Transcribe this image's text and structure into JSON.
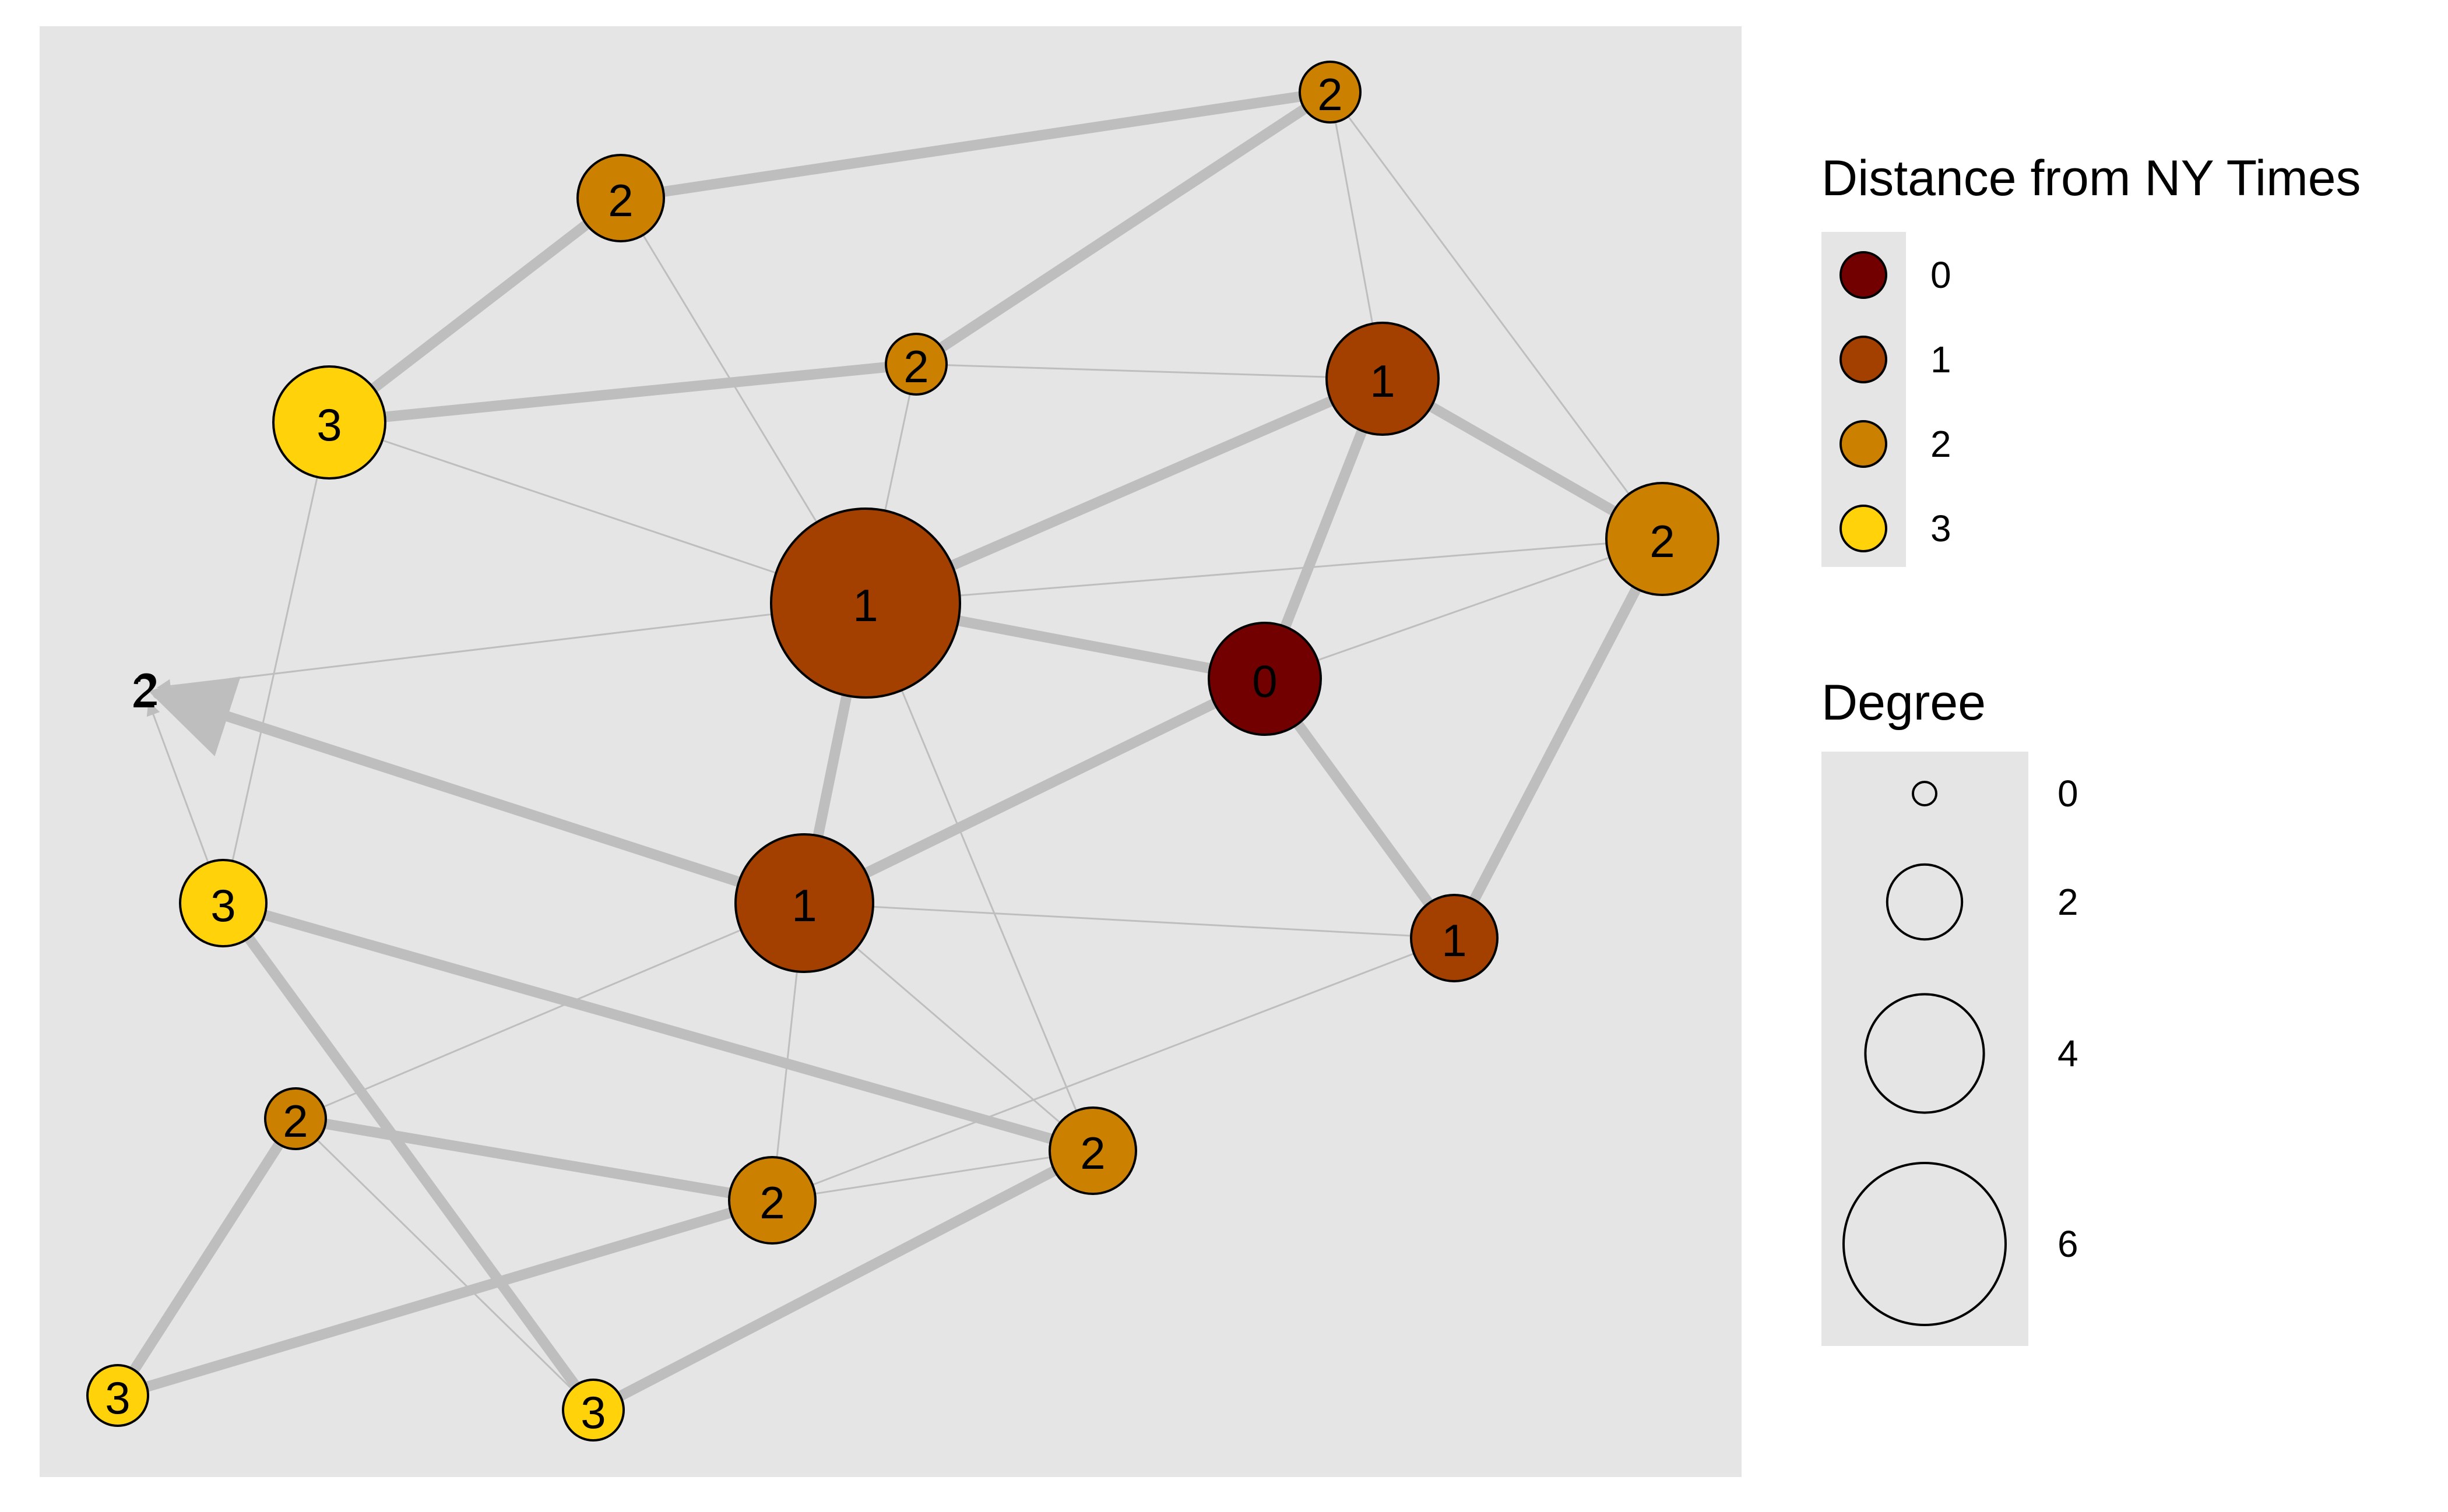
{
  "diagram": {
    "type": "network",
    "colors": {
      "panel_background": "#e5e5e5",
      "edge": "#bebebe",
      "node_stroke": "#000000",
      "legend_key_background": "#e5e5e5"
    },
    "nodes": [
      {
        "id": "n1",
        "label": "2",
        "distance": 2,
        "degree": 2
      },
      {
        "id": "n2",
        "label": "2",
        "distance": 2,
        "degree": 3
      },
      {
        "id": "n3",
        "label": "2",
        "distance": 2,
        "degree": 2
      },
      {
        "id": "n4",
        "label": "3",
        "distance": 3,
        "degree": 4
      },
      {
        "id": "n5",
        "label": "1",
        "distance": 1,
        "degree": 4
      },
      {
        "id": "n6",
        "label": "2",
        "distance": 2,
        "degree": 4
      },
      {
        "id": "n7",
        "label": "1",
        "distance": 1,
        "degree": 7
      },
      {
        "id": "n8",
        "label": "0",
        "distance": 0,
        "degree": 4
      },
      {
        "id": "n9",
        "label": "2",
        "distance": 2,
        "degree": 0
      },
      {
        "id": "n10",
        "label": "3",
        "distance": 3,
        "degree": 3
      },
      {
        "id": "n11",
        "label": "1",
        "distance": 1,
        "degree": 5
      },
      {
        "id": "n12",
        "label": "1",
        "distance": 1,
        "degree": 3
      },
      {
        "id": "n13",
        "label": "2",
        "distance": 2,
        "degree": 2
      },
      {
        "id": "n14",
        "label": "2",
        "distance": 2,
        "degree": 3
      },
      {
        "id": "n15",
        "label": "2",
        "distance": 2,
        "degree": 3
      },
      {
        "id": "n16",
        "label": "3",
        "distance": 3,
        "degree": 2
      },
      {
        "id": "n17",
        "label": "3",
        "distance": 3,
        "degree": 2
      }
    ],
    "edges": [
      {
        "source": "n1",
        "target": "n2",
        "weight": "strong"
      },
      {
        "source": "n1",
        "target": "n3",
        "weight": "strong"
      },
      {
        "source": "n1",
        "target": "n5",
        "weight": "weak"
      },
      {
        "source": "n1",
        "target": "n6",
        "weight": "weak"
      },
      {
        "source": "n2",
        "target": "n4",
        "weight": "strong"
      },
      {
        "source": "n2",
        "target": "n7",
        "weight": "weak"
      },
      {
        "source": "n3",
        "target": "n4",
        "weight": "strong"
      },
      {
        "source": "n3",
        "target": "n5",
        "weight": "weak"
      },
      {
        "source": "n3",
        "target": "n7",
        "weight": "weak"
      },
      {
        "source": "n4",
        "target": "n7",
        "weight": "weak"
      },
      {
        "source": "n4",
        "target": "n10",
        "weight": "weak"
      },
      {
        "source": "n5",
        "target": "n7",
        "weight": "strong"
      },
      {
        "source": "n5",
        "target": "n8",
        "weight": "strong"
      },
      {
        "source": "n5",
        "target": "n6",
        "weight": "strong"
      },
      {
        "source": "n6",
        "target": "n8",
        "weight": "weak"
      },
      {
        "source": "n6",
        "target": "n12",
        "weight": "strong"
      },
      {
        "source": "n7",
        "target": "n6",
        "weight": "weak"
      },
      {
        "source": "n7",
        "target": "n8",
        "weight": "strong"
      },
      {
        "source": "n7",
        "target": "n11",
        "weight": "strong"
      },
      {
        "source": "n7",
        "target": "n14",
        "weight": "weak"
      },
      {
        "source": "n7",
        "target": "n9",
        "weight": "weak",
        "arrow": true
      },
      {
        "source": "n8",
        "target": "n11",
        "weight": "strong"
      },
      {
        "source": "n8",
        "target": "n12",
        "weight": "strong"
      },
      {
        "source": "n11",
        "target": "n9",
        "weight": "strong",
        "arrow": true
      },
      {
        "source": "n11",
        "target": "n12",
        "weight": "weak"
      },
      {
        "source": "n11",
        "target": "n13",
        "weight": "weak"
      },
      {
        "source": "n11",
        "target": "n14",
        "weight": "weak"
      },
      {
        "source": "n11",
        "target": "n15",
        "weight": "weak"
      },
      {
        "source": "n10",
        "target": "n9",
        "weight": "weak",
        "arrow": true
      },
      {
        "source": "n10",
        "target": "n14",
        "weight": "strong"
      },
      {
        "source": "n10",
        "target": "n17",
        "weight": "strong"
      },
      {
        "source": "n12",
        "target": "n15",
        "weight": "weak"
      },
      {
        "source": "n13",
        "target": "n15",
        "weight": "strong"
      },
      {
        "source": "n13",
        "target": "n16",
        "weight": "strong"
      },
      {
        "source": "n13",
        "target": "n17",
        "weight": "weak"
      },
      {
        "source": "n15",
        "target": "n14",
        "weight": "weak"
      },
      {
        "source": "n15",
        "target": "n16",
        "weight": "strong"
      },
      {
        "source": "n14",
        "target": "n17",
        "weight": "strong"
      }
    ]
  },
  "legend": {
    "distance": {
      "title": "Distance from NY Times",
      "items": [
        {
          "label": "0",
          "color": "#730000"
        },
        {
          "label": "1",
          "color": "#a34000"
        },
        {
          "label": "2",
          "color": "#cc8000"
        },
        {
          "label": "3",
          "color": "#ffd20a"
        }
      ]
    },
    "degree": {
      "title": "Degree",
      "items": [
        {
          "label": "0",
          "degree": 0
        },
        {
          "label": "2",
          "degree": 2
        },
        {
          "label": "4",
          "degree": 4
        },
        {
          "label": "6",
          "degree": 6
        }
      ]
    }
  }
}
